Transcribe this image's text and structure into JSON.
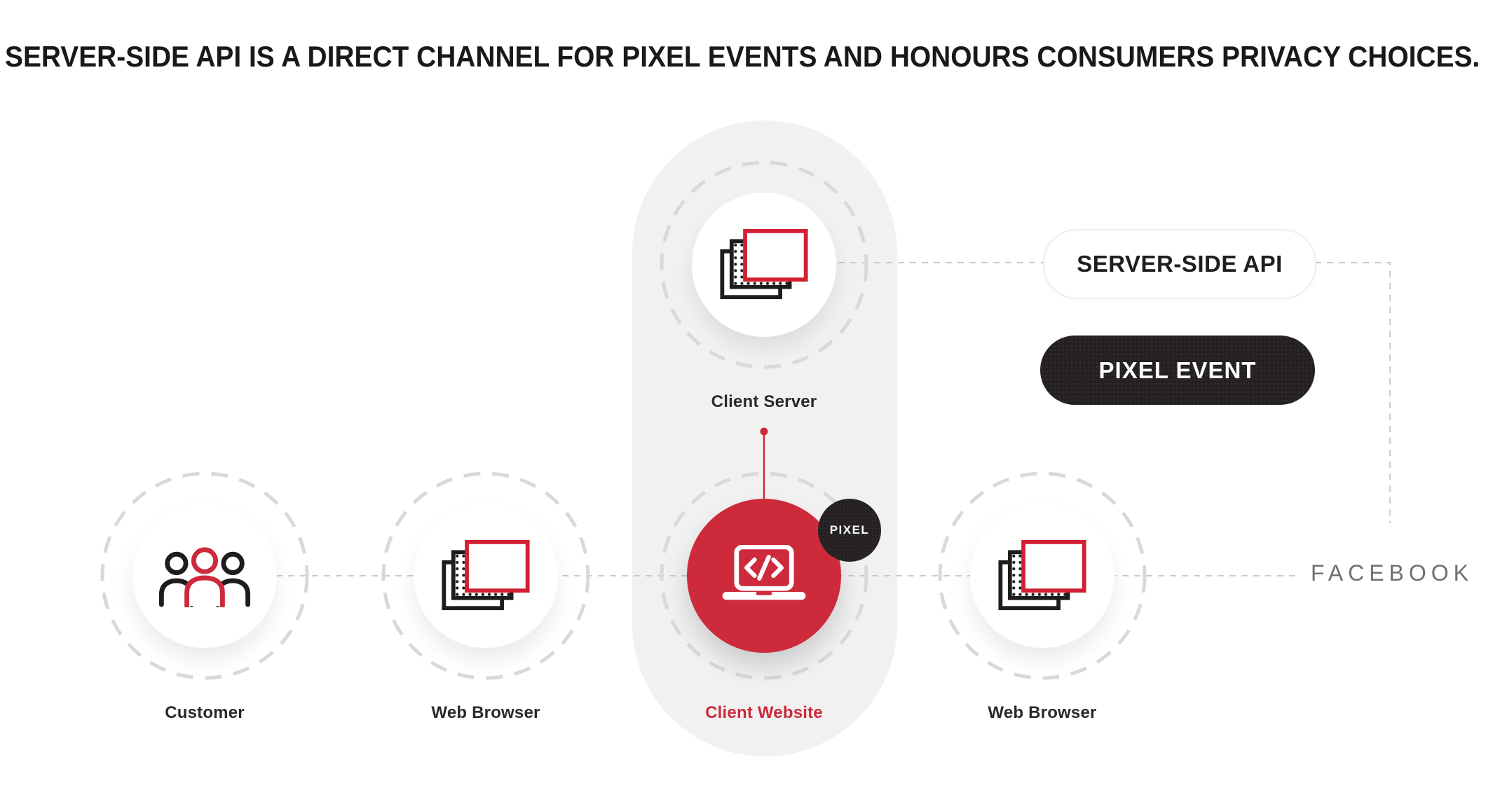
{
  "title": "SERVER-SIDE API IS A DIRECT CHANNEL FOR PIXEL EVENTS AND HONOURS CONSUMERS PRIVACY CHOICES.",
  "nodes": {
    "customer": {
      "label": "Customer",
      "icon": "people-icon"
    },
    "web_browser_left": {
      "label": "Web Browser",
      "icon": "browser-stack-icon"
    },
    "client_website": {
      "label": "Client Website",
      "icon": "laptop-code-icon"
    },
    "web_browser_right": {
      "label": "Web Browser",
      "icon": "browser-stack-icon"
    },
    "client_server": {
      "label": "Client Server",
      "icon": "browser-stack-icon"
    }
  },
  "pills": {
    "server_side_api": "SERVER-SIDE API",
    "pixel_event": "PIXEL EVENT"
  },
  "badge": {
    "pixel": "PIXEL"
  },
  "facebook_label": "FACEBOOK",
  "colors": {
    "red": "#cd2a3b",
    "icon_red": "#d21f31",
    "dark": "#252122",
    "capsule": "#f1f1f1",
    "ring": "#d9d9d9",
    "connector": "#c2c4c5",
    "ink": "#1d1d1d",
    "label": "#2b2a2a",
    "facebook_gray": "#6b7173",
    "pill_border": "#efedee",
    "title": "#1a1818"
  }
}
